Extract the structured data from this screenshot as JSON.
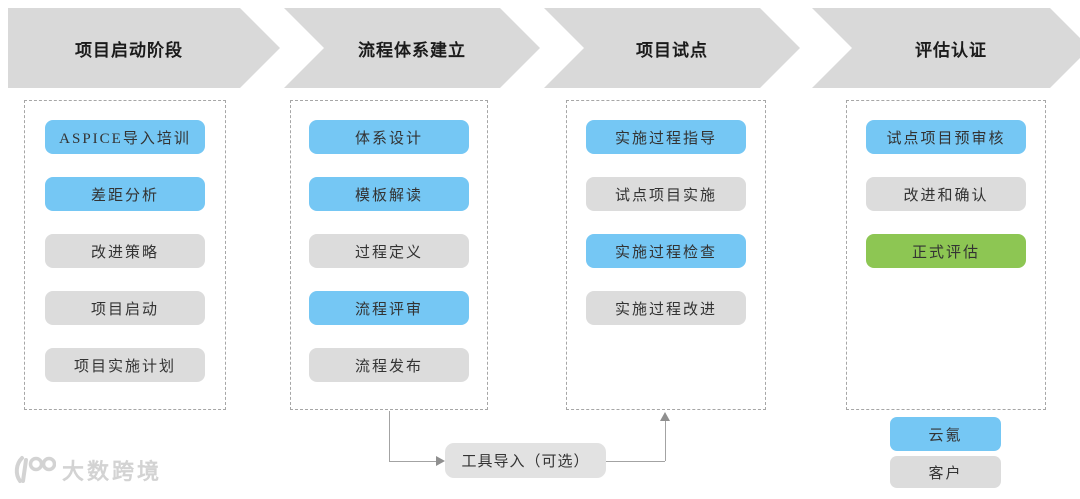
{
  "phases": [
    {
      "label": "项目启动阶段",
      "items": [
        {
          "label": "ASPICE导入培训",
          "type": "vendor"
        },
        {
          "label": "差距分析",
          "type": "vendor"
        },
        {
          "label": "改进策略",
          "type": "customer"
        },
        {
          "label": "项目启动",
          "type": "customer"
        },
        {
          "label": "项目实施计划",
          "type": "customer"
        }
      ]
    },
    {
      "label": "流程体系建立",
      "items": [
        {
          "label": "体系设计",
          "type": "vendor"
        },
        {
          "label": "模板解读",
          "type": "vendor"
        },
        {
          "label": "过程定义",
          "type": "customer"
        },
        {
          "label": "流程评审",
          "type": "vendor"
        },
        {
          "label": "流程发布",
          "type": "customer"
        }
      ]
    },
    {
      "label": "项目试点",
      "items": [
        {
          "label": "实施过程指导",
          "type": "vendor"
        },
        {
          "label": "试点项目实施",
          "type": "customer"
        },
        {
          "label": "实施过程检查",
          "type": "vendor"
        },
        {
          "label": "实施过程改进",
          "type": "customer"
        }
      ]
    },
    {
      "label": "评估认证",
      "items": [
        {
          "label": "试点项目预审核",
          "type": "vendor"
        },
        {
          "label": "改进和确认",
          "type": "customer"
        },
        {
          "label": "正式评估",
          "type": "assessment"
        }
      ]
    }
  ],
  "tool_box": {
    "label": "工具导入（可选）"
  },
  "legend": {
    "vendor_label": "云氪",
    "customer_label": "客户"
  },
  "watermark": {
    "text": "大数跨境"
  },
  "colors": {
    "phase_chevron": "#d9d9d9",
    "vendor_blue": "#75c7f4",
    "customer_gray": "#dcdcdc",
    "assessment_green": "#8dc653"
  }
}
